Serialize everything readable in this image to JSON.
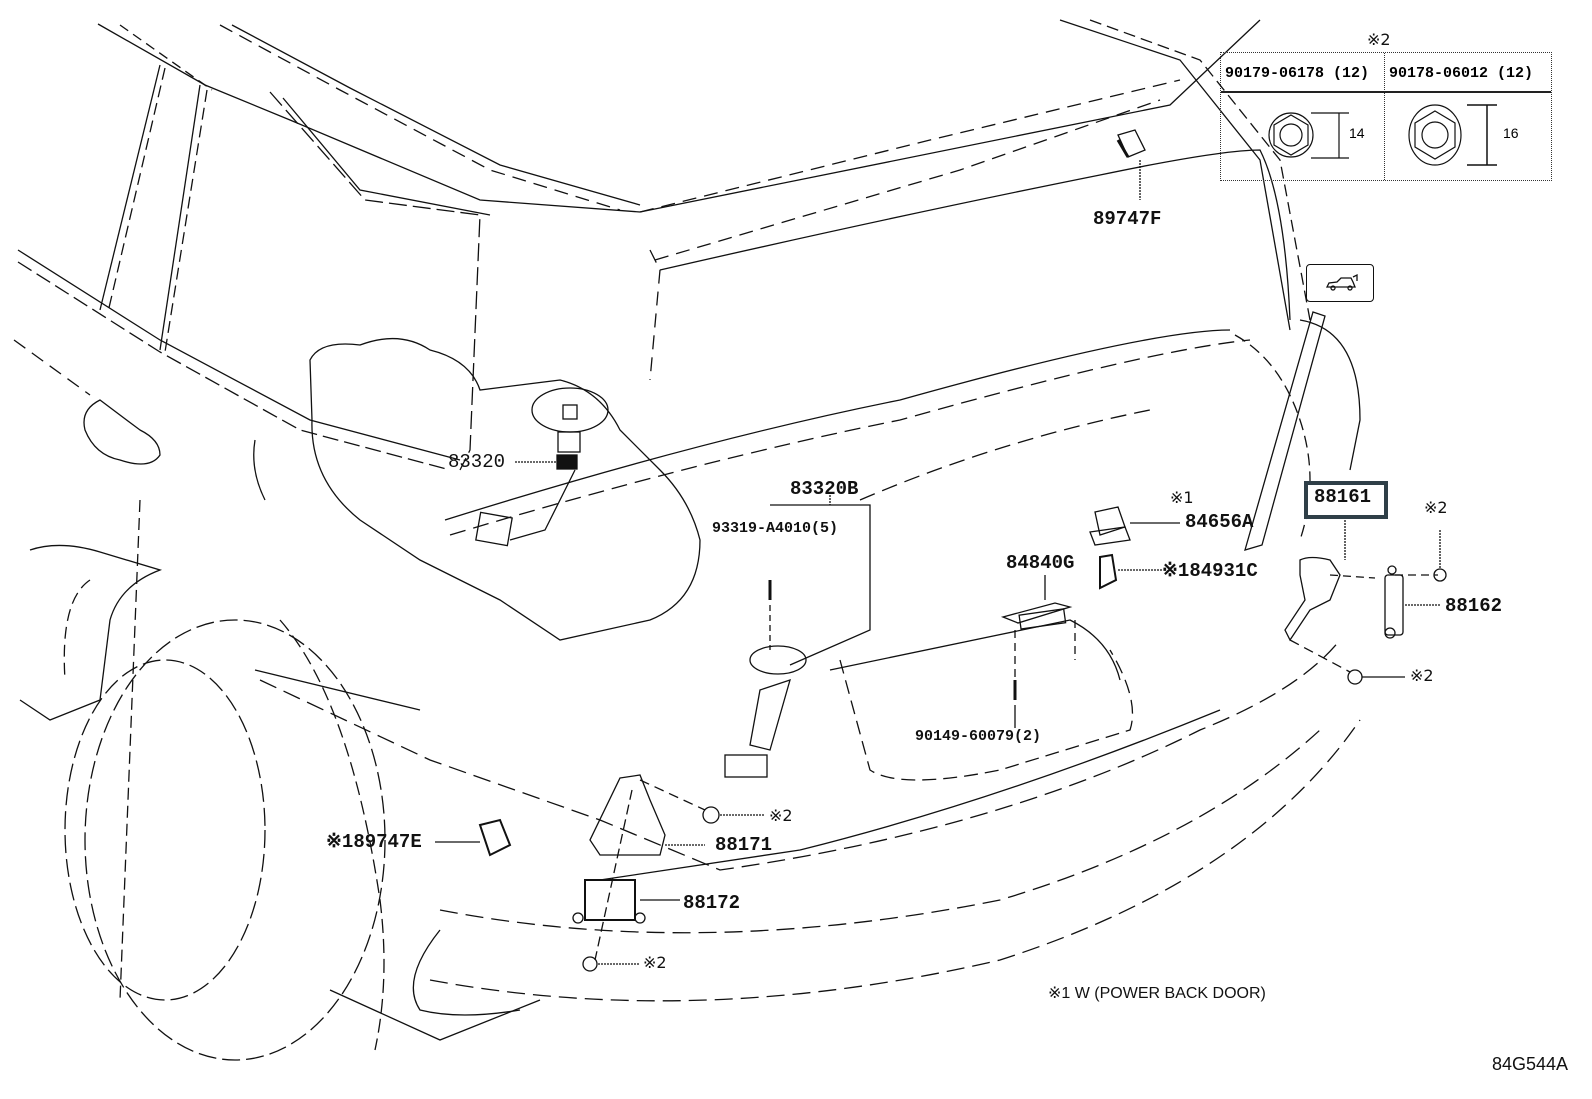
{
  "diagram": {
    "title_ref": "84G544A",
    "footnote": "※1  W (POWER BACK DOOR)",
    "fastener_table": {
      "marker": "※2",
      "columns": [
        {
          "part_number": "90179-06178 (12)",
          "size": "14"
        },
        {
          "part_number": "90178-06012 (12)",
          "size": "16"
        }
      ]
    },
    "callouts": [
      {
        "id": "83320",
        "label": "83320"
      },
      {
        "id": "83320B",
        "label": "83320B"
      },
      {
        "id": "93319-A4010",
        "label": "93319-A4010(5)"
      },
      {
        "id": "89747F",
        "label": "89747F"
      },
      {
        "id": "84656A",
        "label": "84656A",
        "note": "※1"
      },
      {
        "id": "84931C",
        "label": "※184931C"
      },
      {
        "id": "84840G",
        "label": "84840G"
      },
      {
        "id": "90149-60079",
        "label": "90149-60079(2)"
      },
      {
        "id": "88161",
        "label": "88161",
        "highlighted": true
      },
      {
        "id": "88162",
        "label": "88162"
      },
      {
        "id": "89747E",
        "label": "※189747E"
      },
      {
        "id": "88171",
        "label": "88171"
      },
      {
        "id": "88172",
        "label": "88172"
      }
    ],
    "fastener_marks": [
      "※2",
      "※2",
      "※2",
      "※2"
    ],
    "icons": {
      "back_door_indicator": "vehicle-power-back-door-icon"
    },
    "highlight_color": "#2f3f48"
  }
}
